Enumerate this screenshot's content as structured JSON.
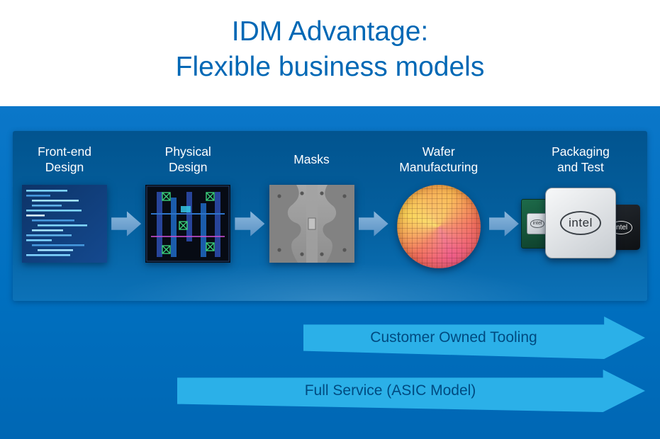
{
  "title": {
    "line1": "IDM Advantage:",
    "line2": "Flexible business models"
  },
  "pipeline": {
    "stages": [
      {
        "line1": "Front-end",
        "line2": "Design"
      },
      {
        "line1": "Physical",
        "line2": "Design"
      },
      {
        "line1": "Masks",
        "line2": ""
      },
      {
        "line1": "Wafer",
        "line2": "Manufacturing"
      },
      {
        "line1": "Packaging",
        "line2": "and Test"
      }
    ],
    "chip_text": "intel"
  },
  "banners": [
    {
      "label": "Customer Owned Tooling"
    },
    {
      "label": "Full Service (ASIC Model)"
    }
  ],
  "colors": {
    "background_blue": "#0071c5",
    "band_blue": "#04609f",
    "banner_blue": "#2bb0e8",
    "banner_text": "#004a80",
    "title_text": "#0068b5"
  }
}
